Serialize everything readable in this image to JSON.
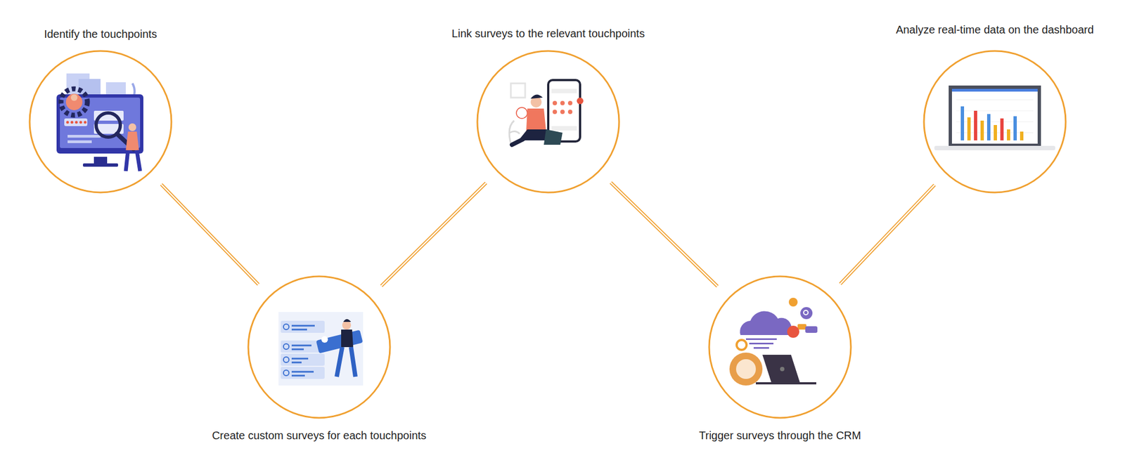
{
  "diagram": {
    "nodes": [
      {
        "text": [
          "Identify the touchpoints"
        ]
      },
      {
        "text": [
          "Create custom surveys for each touchpoints"
        ]
      },
      {
        "text": [
          "Link surveys to the relevant touchpoints"
        ]
      },
      {
        "text": [
          "Trigger surveys through the CRM"
        ]
      },
      {
        "text": [
          "Analyze real-time data on the dashboard"
        ]
      }
    ],
    "edges": [
      {
        "from": 0,
        "to": 1,
        "arrow": "none"
      },
      {
        "from": 1,
        "to": 2,
        "arrow": "none"
      },
      {
        "from": 2,
        "to": 3,
        "arrow": "none"
      },
      {
        "from": 3,
        "to": 4,
        "arrow": "none"
      }
    ]
  }
}
